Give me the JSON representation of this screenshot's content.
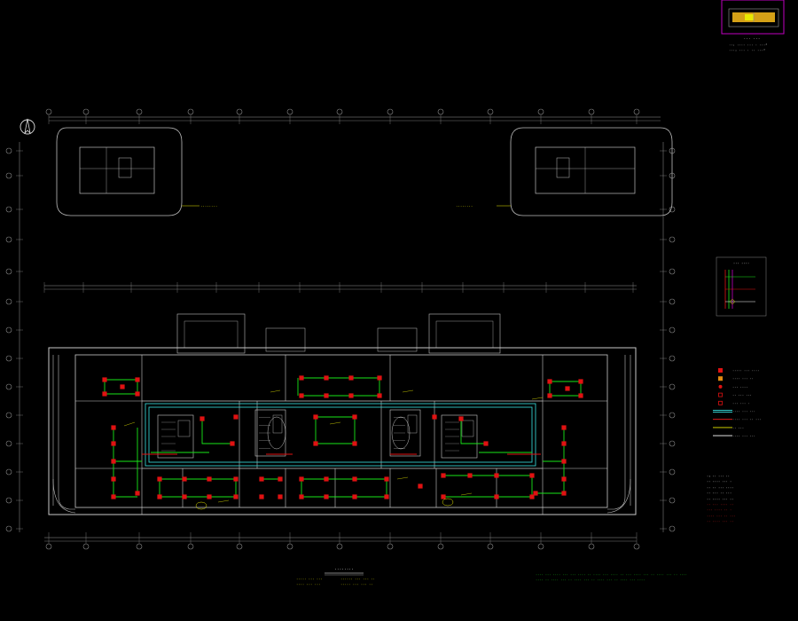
{
  "drawing": {
    "colors": {
      "background": "#000000",
      "wall": "#c8c8c8",
      "grid": "#8a8a8a",
      "pipe_green": "#19e619",
      "pipe_cyan": "#33cccc",
      "device_red": "#e01212",
      "annot_yellow": "#e8e800",
      "annot_white": "#ffffff",
      "warn_red": "#ff2020",
      "frame_magenta": "#c000c0"
    },
    "compass": {
      "icon": "north-arrow-icon"
    },
    "key_plan": {
      "title": "··· ···"
    },
    "site_note": {
      "line1": "··: ···· ··· · ···²",
      "line2": "···: ··· · ·· ···²"
    },
    "wing_left_label": "········",
    "wing_right_label": "········",
    "main_plan_title": "········",
    "plan_info": {
      "line1_left": "····· ··· ···",
      "line1_right": "······ ··· ··· ··",
      "line2_left": "···· ··· ···",
      "line2_right": "····· ··· ··· ··"
    },
    "riser_title": "··· ····",
    "legend": {
      "items": [
        {
          "symbol": "red-box",
          "text": "····· ··· ····"
        },
        {
          "symbol": "orange-box",
          "text": "···· ··· ··"
        },
        {
          "symbol": "red-dot",
          "text": "··· ····"
        },
        {
          "symbol": "red-box-small",
          "text": "·· ··· ···"
        },
        {
          "symbol": "red-box-small",
          "text": "··· ··· ·"
        },
        {
          "symbol": "cyan-double",
          "text": "···· ··· ···"
        },
        {
          "symbol": "red-line",
          "text": "···· ··· ·· ···"
        },
        {
          "symbol": "yellow-line",
          "text": "·· ···"
        },
        {
          "symbol": "white-line",
          "text": "···· ··· ···"
        }
      ]
    },
    "notes": {
      "white": [
        "·: ·· ··· ··",
        "·· ···· ··· ·",
        "·· ·· ··· ····",
        "·· ··· ·· ···",
        "·· ···· ··· ··"
      ],
      "red": [
        "·· ··· ···· ··",
        "··· ···· ·· ·",
        "···· ··· ·· ···",
        "·· ···· ··· ··"
      ]
    },
    "bottom_note": {
      "line1": "···· ··· ···· ··· ··· ···· ·· ···· ··· ···· ·· ··· ···· ··· ·· ···· ··· ·· ····",
      "line2": "···· ·· ···· ··· ·· ···· ··· ·· ···· ··· ·· ···· ··· ····"
    }
  }
}
